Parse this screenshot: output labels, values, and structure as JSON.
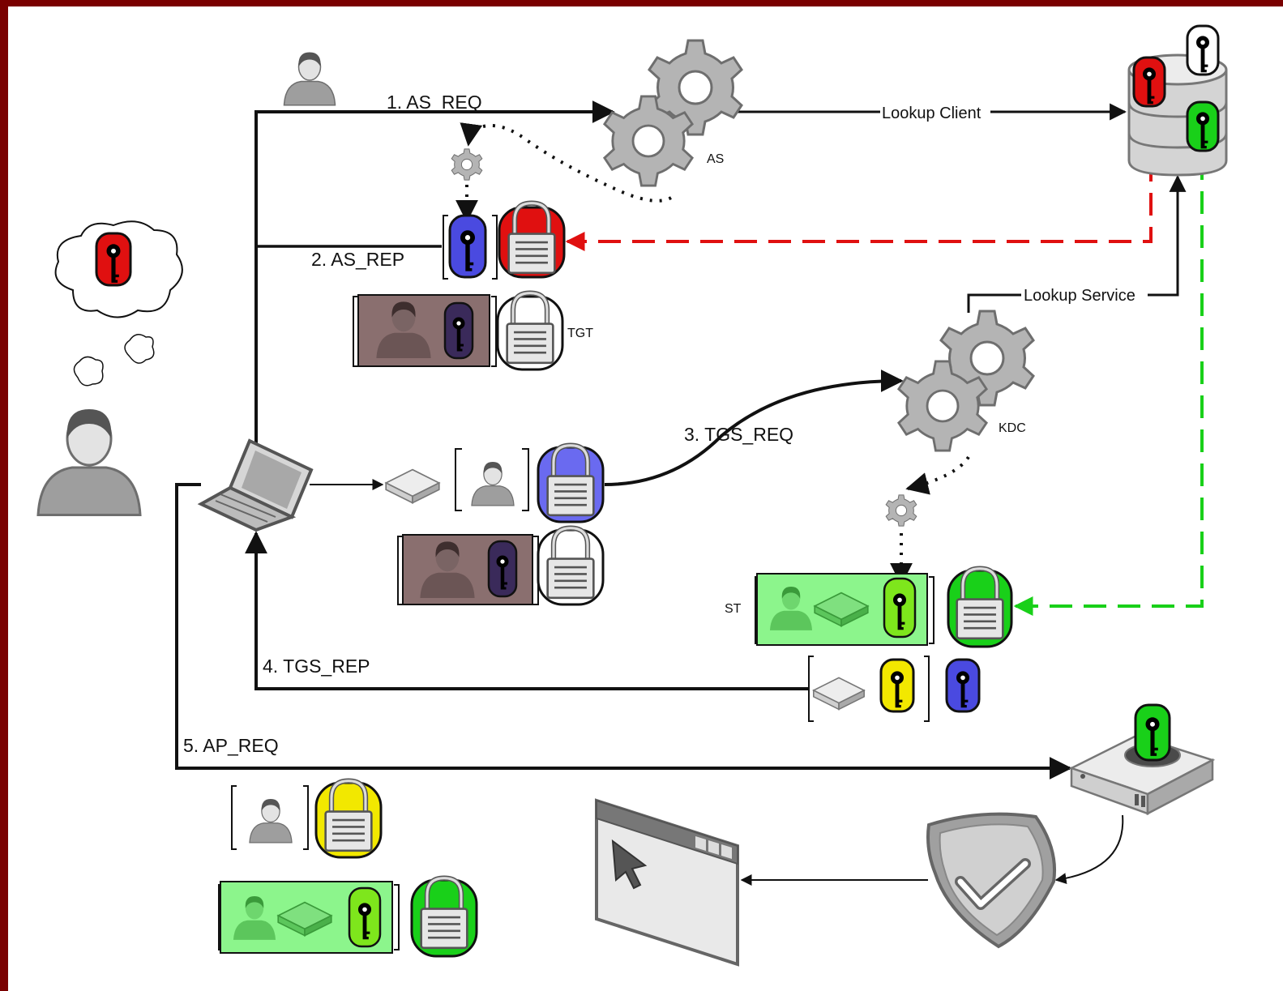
{
  "steps": {
    "as_req": "1.  AS_REQ",
    "as_rep": "2.  AS_REP",
    "tgs_req": "3.  TGS_REQ",
    "tgs_rep": "4.  TGS_REP",
    "ap_req": "5.  AP_REQ"
  },
  "labels": {
    "lookup_client": "Lookup Client",
    "lookup_service": "Lookup Service",
    "as": "AS",
    "kdc": "KDC",
    "tgt": "TGT",
    "st": "ST"
  },
  "colors": {
    "client_key": "#e01010",
    "session_key": "#4a4ae0",
    "service_key": "#19d019",
    "service_session_key": "#f2e800",
    "tgt_box": "#8a6f6f",
    "st_box": "#8cf58c"
  }
}
